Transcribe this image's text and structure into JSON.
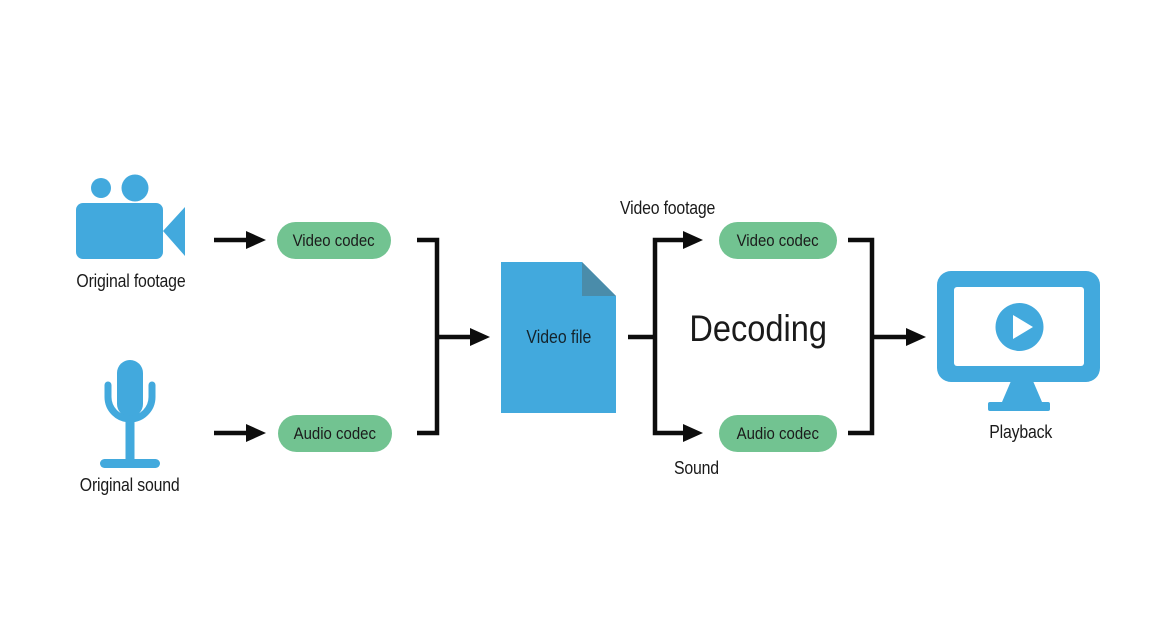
{
  "colors": {
    "blue": "#42a9dd",
    "blue_fold": "#4a8caa",
    "green": "#72c391",
    "line": "#0d0d0d",
    "text": "#1a1a1a"
  },
  "source_video": {
    "icon": "video-camera-icon",
    "label": "Original footage"
  },
  "source_audio": {
    "icon": "microphone-icon",
    "label": "Original sound"
  },
  "encode": {
    "video_codec": "Video codec",
    "audio_codec": "Audio codec"
  },
  "video_file": {
    "icon": "document-icon",
    "label": "Video file"
  },
  "decode": {
    "title": "Decoding",
    "video_codec": "Video codec",
    "audio_codec": "Audio codec",
    "video_branch_label": "Video footage",
    "audio_branch_label": "Sound"
  },
  "playback": {
    "icon": "monitor-play-icon",
    "label": "Playback"
  }
}
